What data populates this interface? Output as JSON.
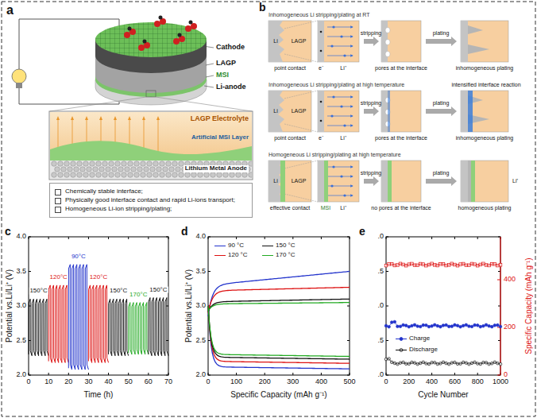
{
  "diagram": {
    "nodes": [
      {
        "text": [
          "LAGP Electrolyte"
        ]
      },
      {
        "text": [
          "Artificial MSI Layer"
        ]
      },
      {
        "text": [
          "Lithium Metal Anode"
        ]
      },
      {
        "text": [
          "Chemically stable interface;",
          "Physically good interface contact and rapid Li-ions transport;",
          "Homogeneous Li-ion stripping/plating;"
        ]
      }
    ],
    "labels": [
      "a",
      "Cathode",
      "LAGP",
      "MSI",
      "Li-anode",
      "b",
      "Inhomogeneous Li stripping/plating at RT",
      "Li",
      "LAGP",
      "point contact",
      "e⁻",
      "Li⁺",
      "stripping",
      "pores at the interface",
      "plating",
      "inhomogeneous plating",
      "Inhomogeneous Li stripping/plating at high temperature",
      "Li",
      "LAGP",
      "point contact",
      "e⁻",
      "Li⁺",
      "stripping",
      "pores at the interface",
      "plating",
      "inhomogeneous plating",
      "intensified interface reaction",
      "Homogeneous Li stripping/plating at high temperature",
      "Li",
      "LAGP",
      "effective contact",
      "MSI",
      "Li⁺",
      "stripping",
      "no pores at the interface",
      "plating",
      "homogeneous plating",
      "Li⁺",
      "c",
      "150°C",
      "120°C",
      "90°C",
      "120°C",
      "150°C",
      "170°C",
      "150°C",
      "2.0",
      "2.5",
      "3.0",
      "3.5",
      "4.0",
      "0",
      "10",
      "20",
      "30",
      "40",
      "50",
      "60",
      "70",
      "Time (h)",
      "Potential vs.Li/Li⁺ (V)",
      "d",
      "2.0",
      "2.5",
      "3.0",
      "3.5",
      "4.0",
      "0",
      "100",
      "200",
      "300",
      "400",
      "500",
      "Specific Capacity (mAh g⁻¹)",
      "Potential vs.Li/Li⁺ (V)",
      "e",
      ".0",
      ".5",
      ".0",
      ".5",
      ".0",
      "0",
      "200",
      "400",
      "0",
      "200",
      "400",
      "600",
      "800",
      "1000",
      "Cycle Number",
      "Specific Capacity (mAh g⁻¹)"
    ],
    "legend": [
      {
        "text": "90 °C"
      },
      {
        "text": "120 °C"
      },
      {
        "text": "150 °C"
      },
      {
        "text": "170 °C"
      },
      {
        "text": "Charge"
      },
      {
        "text": "Discharge"
      }
    ]
  }
}
